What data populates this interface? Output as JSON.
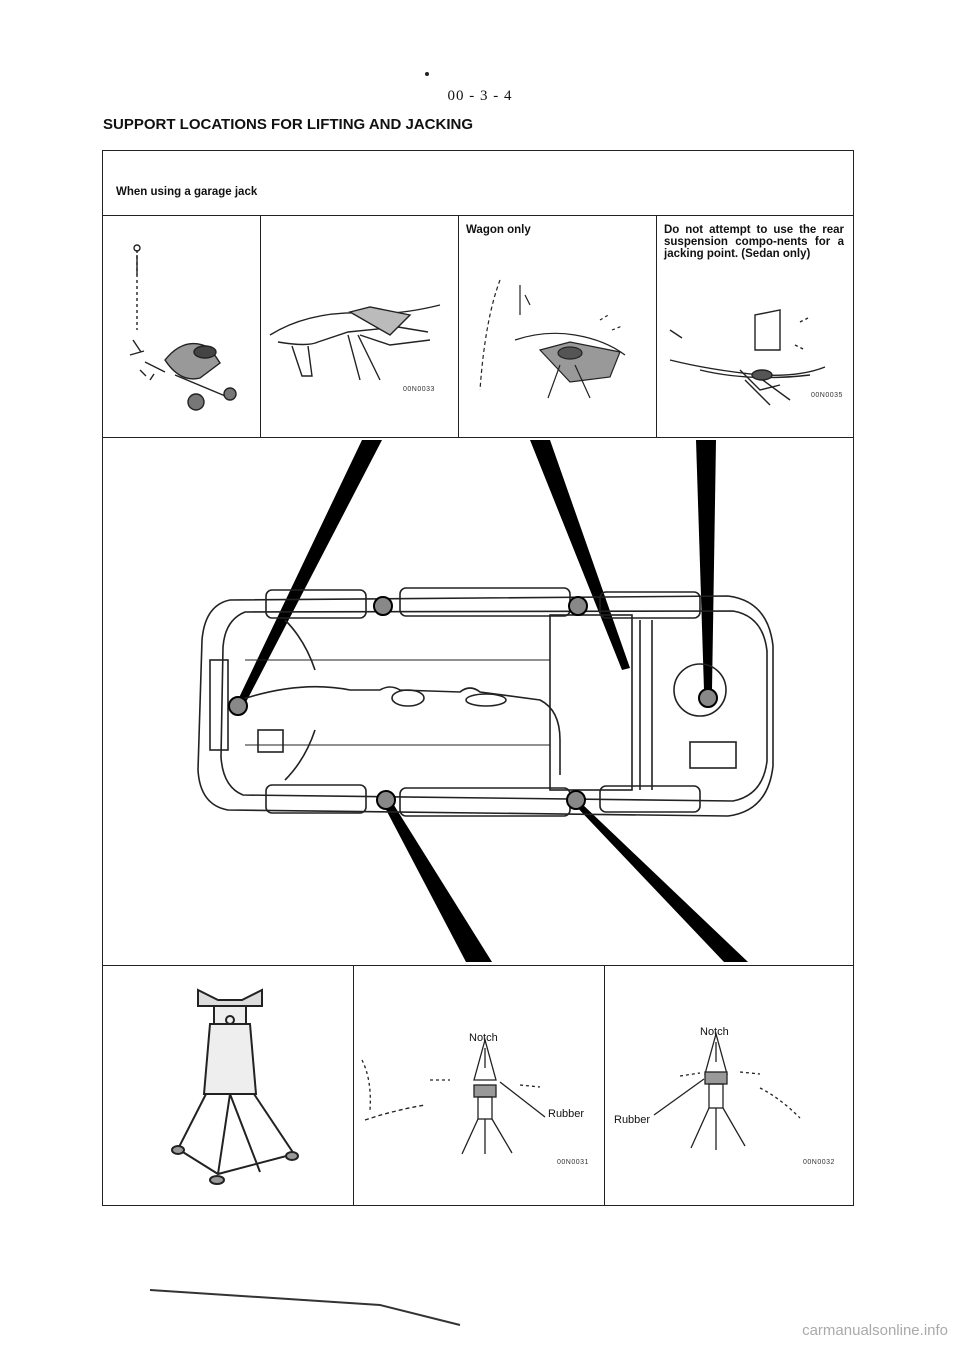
{
  "page": {
    "number": "00 - 3 - 4",
    "title": "SUPPORT LOCATIONS FOR LIFTING AND JACKING"
  },
  "jack_section": {
    "heading": "When using a garage jack",
    "wagon_caption": "Wagon only",
    "sedan_caption": "Do not attempt to use the rear suspension compo-nents for a jacking point. (Sedan only)",
    "figure_codes": [
      "00N0033",
      "00N0035"
    ]
  },
  "stand_section": {
    "notch_label": "Notch",
    "rubber_label": "Rubber",
    "figure_codes": [
      "00N0031",
      "00N0032"
    ]
  },
  "footer": {
    "watermark": "carmanualsonline.info"
  },
  "icons": [
    "floor-jack-illustration",
    "jack-stand-illustration",
    "vehicle-underbody-diagram",
    "support-point-marker"
  ]
}
